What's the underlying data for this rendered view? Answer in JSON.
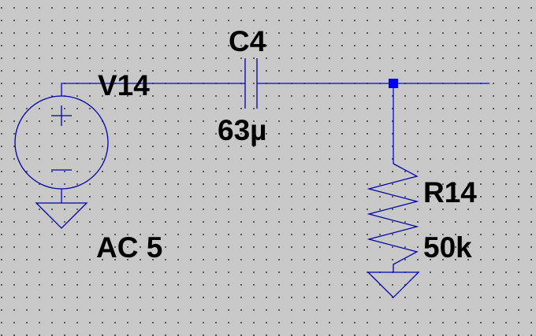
{
  "colors": {
    "background": "#c8c8c8",
    "grid_dot": "#3c3c3c",
    "wire": "#0000ff",
    "component": "#0000a8",
    "junction": "#0000ff",
    "label": "#000000"
  },
  "components": {
    "voltage_source": {
      "name": "V14",
      "value": "AC 5"
    },
    "capacitor": {
      "name": "C4",
      "value": "63µ"
    },
    "resistor": {
      "name": "R14",
      "value": "50k"
    }
  }
}
